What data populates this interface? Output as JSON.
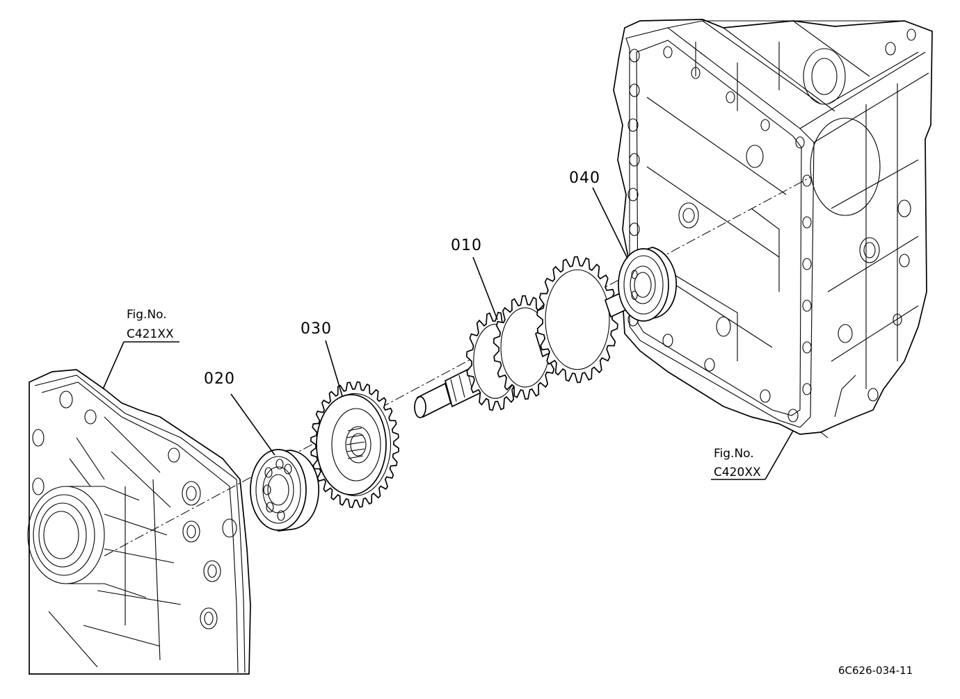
{
  "diagram": {
    "callouts": [
      {
        "id": "010",
        "label": "010"
      },
      {
        "id": "020",
        "label": "020"
      },
      {
        "id": "030",
        "label": "030"
      },
      {
        "id": "040",
        "label": "040"
      }
    ],
    "figure_refs": [
      {
        "id": "left",
        "line1": "Fig.No.",
        "line2": "C421XX"
      },
      {
        "id": "right",
        "line1": "Fig.No.",
        "line2": "C420XX"
      }
    ],
    "drawing_code": "6C626-034-11"
  }
}
